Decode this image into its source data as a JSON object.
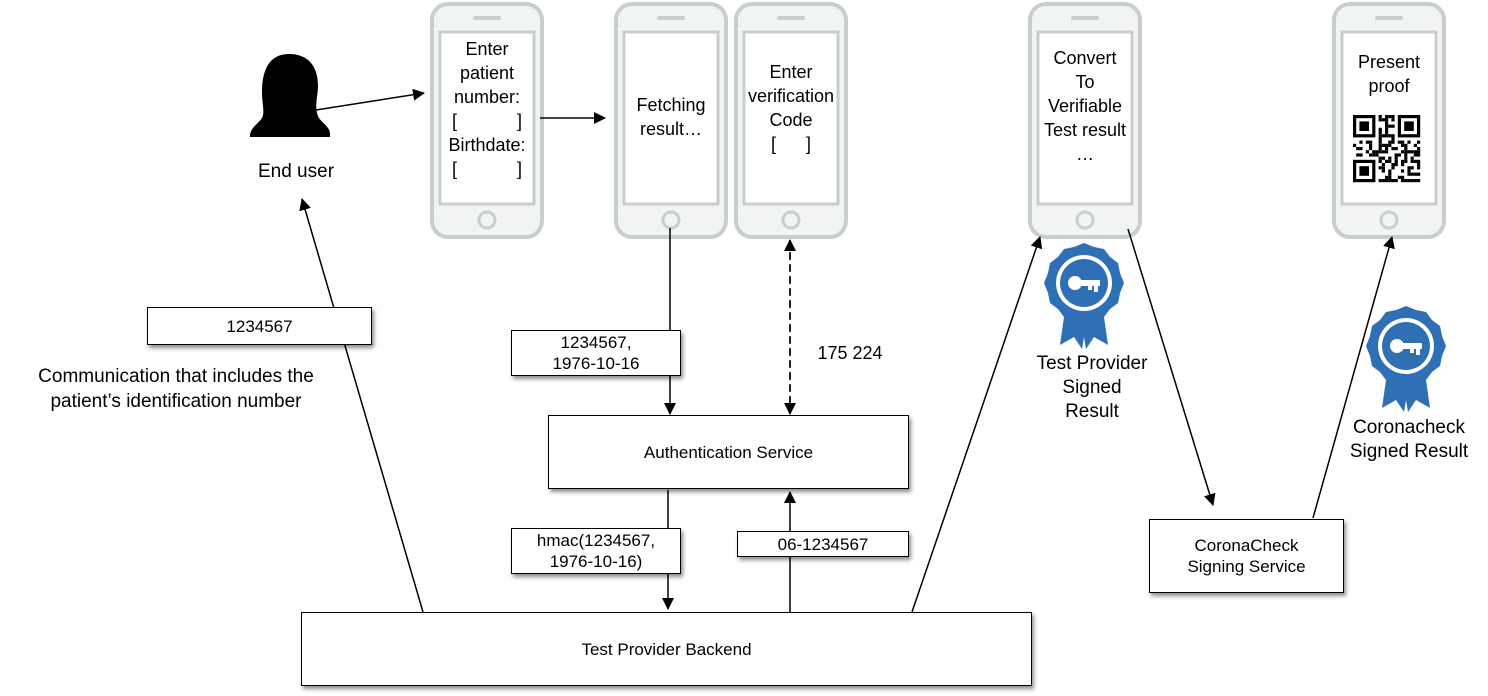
{
  "actor": {
    "label": "End user"
  },
  "phones": {
    "enter_patient": {
      "line1": "Enter",
      "line2": "patient",
      "line3": "number:",
      "field1": "[            ]",
      "birth_label": "Birthdate:",
      "field2": "[            ]"
    },
    "fetching": {
      "line1": "Fetching",
      "line2": "result…"
    },
    "verification": {
      "line1": "Enter",
      "line2": "verification",
      "line3": "Code",
      "field": "[      ]"
    },
    "convert": {
      "line1": "Convert",
      "line2": "To",
      "line3": "Verifiable",
      "line4": "Test result",
      "line5": "…"
    },
    "present": {
      "line1": "Present",
      "line2": "proof"
    }
  },
  "labels": {
    "id_number": "1234567",
    "communication_line1": "Communication that includes the",
    "communication_line2": "patient’s identification number",
    "patient_data_line1": "1234567,",
    "patient_data_line2": "1976-10-16",
    "verification_code": "175 224",
    "hmac_line1": "hmac(1234567,",
    "hmac_line2": "1976-10-16)",
    "token": "06-1234567",
    "test_provider_signed_line1": "Test Provider",
    "test_provider_signed_line2": "Signed",
    "test_provider_signed_line3": "Result",
    "coronacheck_signed_line1": "Coronacheck",
    "coronacheck_signed_line2": "Signed Result"
  },
  "services": {
    "authentication": "Authentication Service",
    "backend": "Test Provider Backend",
    "signing_line1": "CoronaCheck",
    "signing_line2": "Signing Service"
  },
  "icons": {
    "user": "user-silhouette-icon",
    "badge": "signed-badge-icon",
    "qr": "qr-code-icon",
    "badge_color": "#2f6fb5",
    "phone_color": "#c8cdd0"
  }
}
